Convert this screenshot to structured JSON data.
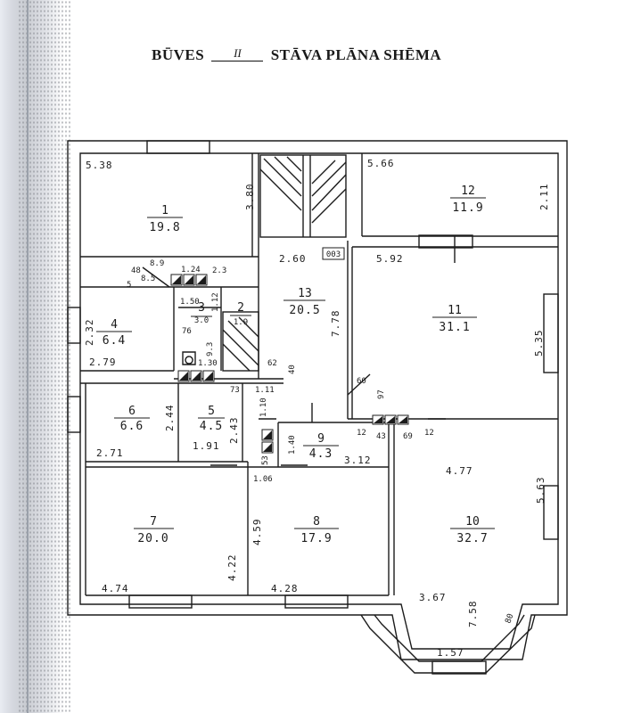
{
  "header": {
    "title_word1": "BŪVES",
    "floor_mark": "II",
    "title_rest": "STĀVA PLĀNA SHĒMA"
  },
  "rooms": [
    {
      "number": "1",
      "area": "19.8"
    },
    {
      "number": "2",
      "area": "1.9"
    },
    {
      "number": "3",
      "area": "3.0"
    },
    {
      "number": "4",
      "area": "6.4"
    },
    {
      "number": "5",
      "area": "4.5"
    },
    {
      "number": "6",
      "area": "6.6"
    },
    {
      "number": "7",
      "area": "20.0"
    },
    {
      "number": "8",
      "area": "17.9"
    },
    {
      "number": "9",
      "area": "4.3"
    },
    {
      "number": "10",
      "area": "32.7"
    },
    {
      "number": "11",
      "area": "31.1"
    },
    {
      "number": "12",
      "area": "11.9"
    },
    {
      "number": "13",
      "area": "20.5"
    }
  ],
  "stamp": "003",
  "dimensions": {
    "d_538": "5.38",
    "d_380": "3.80",
    "d_566": "5.66",
    "d_211": "2.11",
    "d_260": "2.60",
    "d_592": "5.92",
    "d_89": "8.9",
    "d_48": "48",
    "d_124": "1.24",
    "d_23": "2.3",
    "d_5": "5",
    "d_85": "8.5",
    "d_150": "1.50",
    "d_112": "1.12",
    "d_232": "2.32",
    "d_778": "7.78",
    "d_535": "5.35",
    "d_279": "2.79",
    "d_76": "76",
    "d_93": "9.3",
    "d_130": "1.30",
    "d_62": "62",
    "d_40": "40",
    "d_73": "73",
    "d_111": "1.11",
    "d_60": "60",
    "d_97": "97",
    "d_244": "2.44",
    "d_243": "2.43",
    "d_110": "1.10",
    "d_12a": "12",
    "d_43": "43",
    "d_69": "69",
    "d_12b": "12",
    "d_271": "2.71",
    "d_191": "1.91",
    "d_140": "1.40",
    "d_53": "53",
    "d_312": "3.12",
    "d_477": "4.77",
    "d_563": "5.63",
    "d_106": "1.06",
    "d_459": "4.59",
    "d_422": "4.22",
    "d_474": "4.74",
    "d_428": "4.28",
    "d_367": "3.67",
    "d_758": "7.58",
    "d_80": "80",
    "d_157": "1.57"
  },
  "colors": {
    "ink": "#1c1c1c",
    "paper": "#ffffff",
    "binding_shadow": "#c9ccd2"
  }
}
